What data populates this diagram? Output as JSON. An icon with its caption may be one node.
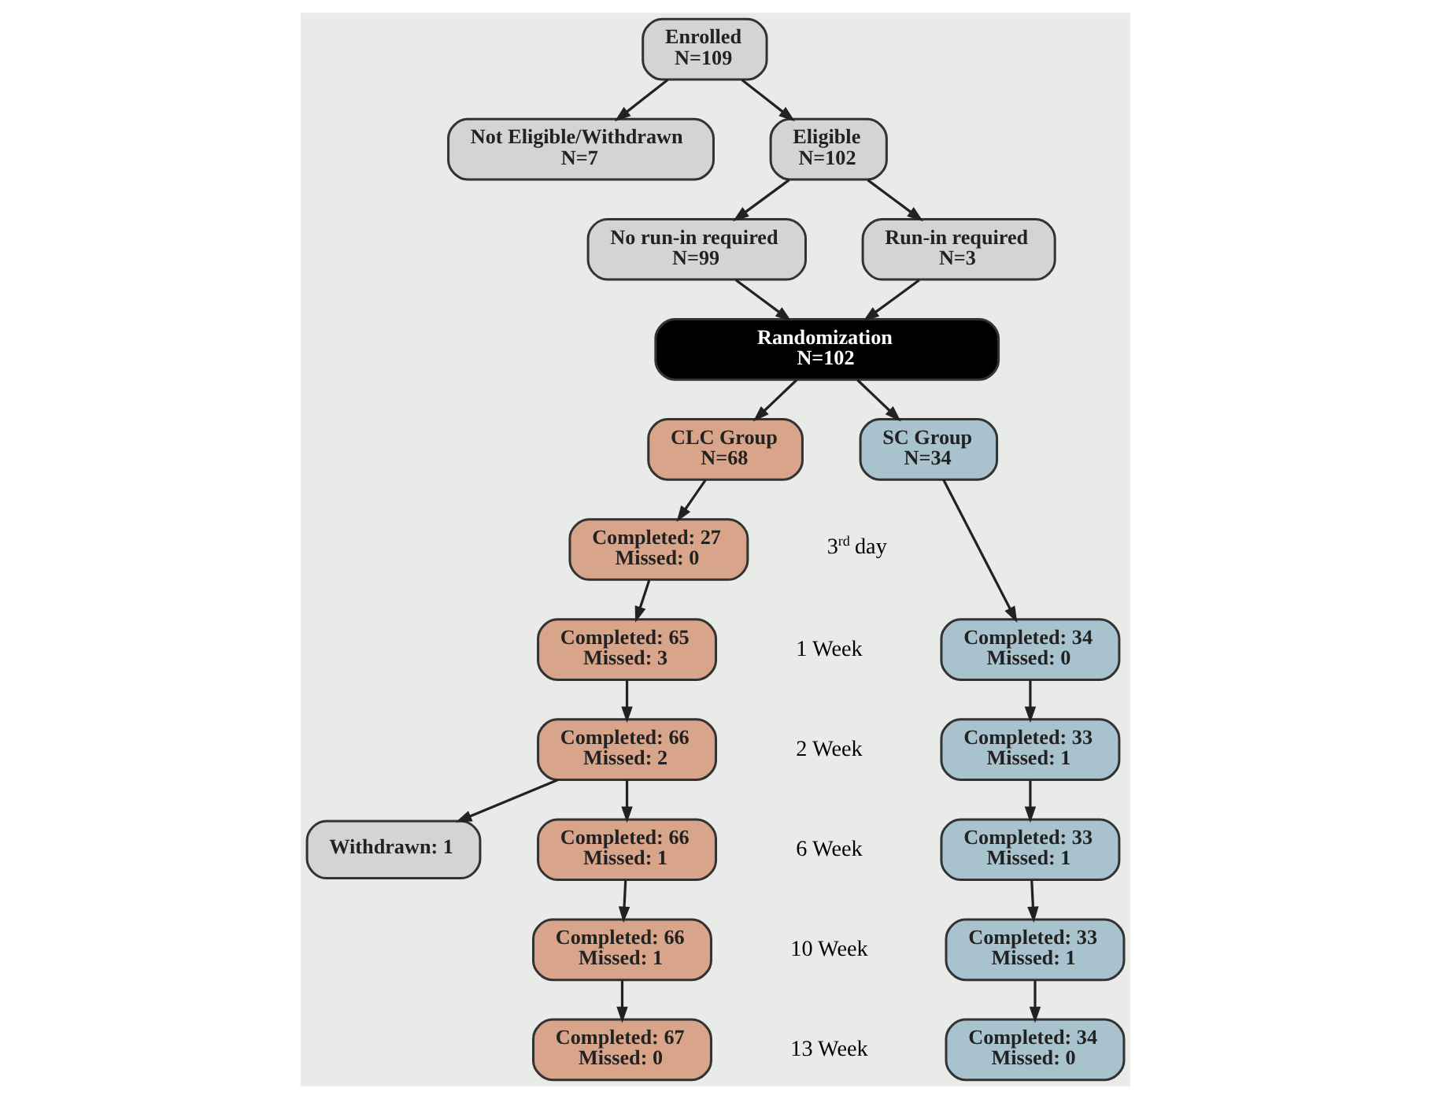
{
  "diagram": {
    "nodes": [
      {
        "text": [
          "Enrolled",
          "N=109"
        ]
      },
      {
        "text": [
          "Not Eligible/Withdrawn",
          "N=7"
        ]
      },
      {
        "text": [
          "Eligible",
          "N=102"
        ]
      },
      {
        "text": [
          "No run-in required",
          "N=99"
        ]
      },
      {
        "text": [
          "Run-in required",
          "N=3"
        ]
      },
      {
        "text": [
          "Randomization",
          "N=102"
        ]
      },
      {
        "text": [
          "CLC Group",
          "N=68"
        ]
      },
      {
        "text": [
          "SC Group",
          "N=34"
        ]
      },
      {
        "text": [
          "Completed: 27",
          "Missed: 0"
        ],
        "beside": [
          "3$^{rd}$ day"
        ]
      },
      {
        "text": [
          "Completed: 65",
          "Missed: 3"
        ],
        "beside": [
          "1 Week"
        ]
      },
      {
        "text": [
          "Completed: 34",
          "Missed: 0"
        ]
      },
      {
        "text": [
          "Completed: 66",
          "Missed: 2"
        ],
        "beside": [
          "2 Week"
        ]
      },
      {
        "text": [
          "Completed: 33",
          "Missed: 1"
        ]
      },
      {
        "text": [
          "Withdrawn: 1"
        ]
      },
      {
        "text": [
          "Completed: 66",
          "Missed: 1"
        ],
        "beside": [
          "6 Week"
        ]
      },
      {
        "text": [
          "Completed: 33",
          "Missed: 1"
        ]
      },
      {
        "text": [
          "Completed: 66",
          "Missed: 1"
        ],
        "beside": [
          "10 Week"
        ]
      },
      {
        "text": [
          "Completed: 33",
          "Missed: 1"
        ]
      },
      {
        "text": [
          "Completed: 67",
          "Missed: 0"
        ],
        "beside": [
          "13 Week"
        ]
      },
      {
        "text": [
          "Completed: 34",
          "Missed: 0"
        ]
      }
    ],
    "edges": [
      {
        "from": 0,
        "to": 1,
        "arrow": "to"
      },
      {
        "from": 0,
        "to": 2,
        "arrow": "to"
      },
      {
        "from": 2,
        "to": 3,
        "arrow": "to"
      },
      {
        "from": 2,
        "to": 4,
        "arrow": "to"
      },
      {
        "from": 3,
        "to": 5,
        "arrow": "to"
      },
      {
        "from": 4,
        "to": 5,
        "arrow": "to"
      },
      {
        "from": 5,
        "to": 6,
        "arrow": "to"
      },
      {
        "from": 5,
        "to": 7,
        "arrow": "to"
      },
      {
        "from": 6,
        "to": 8,
        "arrow": "to"
      },
      {
        "from": 8,
        "to": 9,
        "arrow": "to"
      },
      {
        "from": 9,
        "to": 11,
        "arrow": "to"
      },
      {
        "from": 11,
        "to": 13,
        "arrow": "to"
      },
      {
        "from": 11,
        "to": 14,
        "arrow": "to"
      },
      {
        "from": 14,
        "to": 16,
        "arrow": "to"
      },
      {
        "from": 16,
        "to": 18,
        "arrow": "to"
      },
      {
        "from": 7,
        "to": 10,
        "arrow": "to"
      },
      {
        "from": 10,
        "to": 12,
        "arrow": "to"
      },
      {
        "from": 12,
        "to": 15,
        "arrow": "to"
      },
      {
        "from": 15,
        "to": 17,
        "arrow": "to"
      },
      {
        "from": 17,
        "to": 19,
        "arrow": "to"
      }
    ]
  }
}
